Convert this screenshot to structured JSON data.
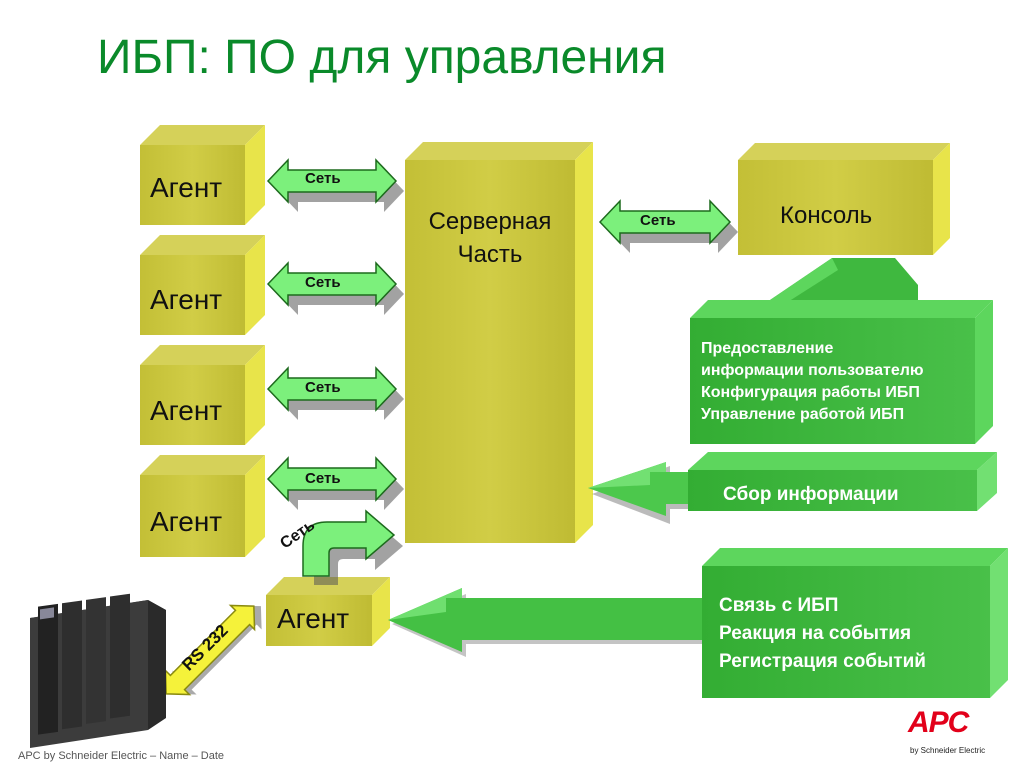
{
  "title": "ИБП: ПО для управления",
  "agents": [
    "Агент",
    "Агент",
    "Агент",
    "Агент"
  ],
  "network_label": "Сеть",
  "server_label_line1": "Серверная",
  "server_label_line2": "Часть",
  "console_label": "Консоль",
  "bottom_agent_label": "Агент",
  "rs232_label": "RS 232",
  "console_features": [
    "Предоставление",
    "информации пользователю",
    "Конфигурация работы ИБП",
    "Управление работой ИБП"
  ],
  "server_feature": "Сбор информации",
  "agent_features": [
    "Связь с ИБП",
    "Реакция на события",
    "Регистрация событий"
  ],
  "footer": "APC by Schneider Electric – Name – Date",
  "logo": {
    "brand": "APC",
    "sub": "by Schneider Electric"
  },
  "colors": {
    "title": "#0a8a2a",
    "box_front": "#c8c43a",
    "box_top": "#d8d460",
    "box_side": "#e6e24a",
    "green_front": "#3fb83f",
    "green_side": "#5dd65d",
    "logo_red": "#e2001a"
  }
}
